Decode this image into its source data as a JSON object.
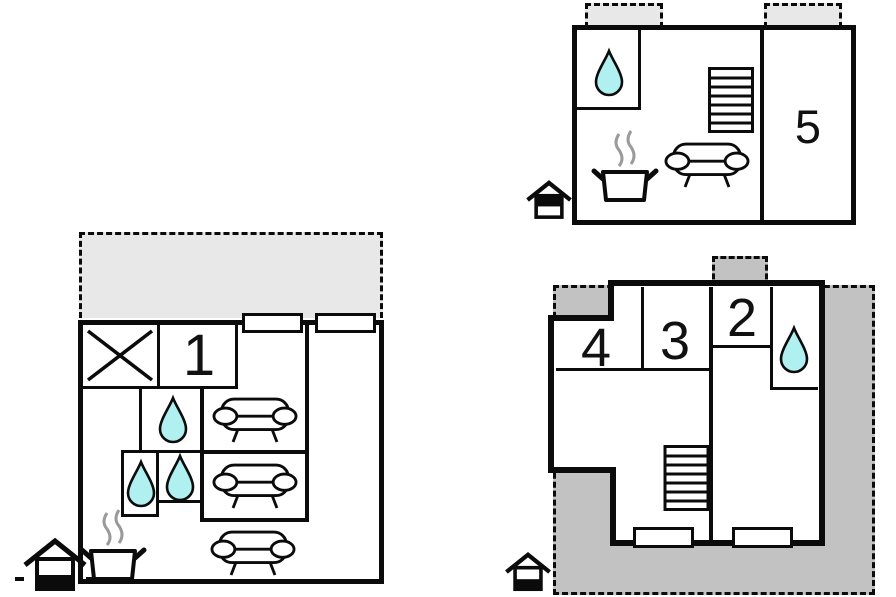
{
  "diagram_type": "vacation-home floor plans, two buildings, three plan views",
  "colors": {
    "wall": "#0b0b0b",
    "terrace_light_gray": "#e8e8e8",
    "terrace_dark_gray": "#c2c2c2",
    "water_drop_fill": "#b0f0f0",
    "steam_gray": "#9a9a9a",
    "background": "#ffffff"
  },
  "plans": {
    "building_left_ground": {
      "name": "left building - ground floor",
      "rooms": {
        "room1": "1"
      },
      "feature_icons": [
        "cross-icon",
        "water-drop-icon",
        "water-drop-icon",
        "water-drop-icon",
        "sofa-icon",
        "sofa-icon",
        "sofa-icon",
        "cooking-pot-icon",
        "entrance-house-icon",
        "terrace",
        "window",
        "window"
      ]
    },
    "building_right_upper": {
      "name": "right building - upper floor",
      "rooms": {
        "room5": "5"
      },
      "feature_icons": [
        "water-drop-icon",
        "stairs-icon",
        "sofa-icon",
        "cooking-pot-icon",
        "entrance-house-icon",
        "balcony",
        "balcony"
      ]
    },
    "building_right_ground": {
      "name": "right building - ground floor",
      "rooms": {
        "room4": "4",
        "room3": "3",
        "room2": "2"
      },
      "feature_icons": [
        "water-drop-icon",
        "stairs-icon",
        "window",
        "window",
        "entrance-house-icon",
        "terrace"
      ]
    }
  },
  "icons": {
    "water-drop-icon": "cyan teardrop (shower/bathroom)",
    "sofa-icon": "outlined sofa with armrests and legs",
    "stairs-icon": "rectangle with horizontal treads",
    "cooking-pot-icon": "pot with side handles and rising steam",
    "cross-icon": "X cross in square room",
    "entrance-house-icon": "small house, black band marks the floor level",
    "window": "white rectangle set into wall",
    "terrace": "gray dashed outdoor area"
  }
}
